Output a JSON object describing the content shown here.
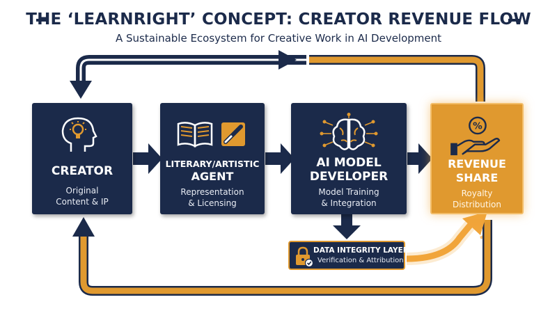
{
  "title": "THE ‘LEARNRIGHT’ CONCEPT:  CREATOR REVENUE FLOW",
  "subtitle": "A Sustainable Ecosystem for Creative Work in AI Development",
  "nodes": [
    {
      "heading": "CREATOR",
      "desc_line1": "Original",
      "desc_line2": "Content & IP",
      "icon": "head-lightbulb-icon"
    },
    {
      "heading_line1": "LITERARY/ARTISTIC",
      "heading_line2": "AGENT",
      "desc_line1": "Representation",
      "desc_line2": "& Licensing",
      "icon": "book-and-brush-icon"
    },
    {
      "heading_line1": "AI MODEL",
      "heading_line2": "DEVELOPER",
      "desc_line1": "Model Training",
      "desc_line2": "& Integration",
      "icon": "ai-brain-icon"
    },
    {
      "heading_line1": "REVENUE",
      "heading_line2": "SHARE",
      "desc_line1": "Royalty",
      "desc_line2": "Distribution",
      "icon": "hand-percent-icon"
    }
  ],
  "integrity_layer": {
    "title": "DATA INTEGRITY LAYER",
    "subtitle": "Verification & Attribution",
    "icon": "lock-check-icon"
  },
  "colors": {
    "navy": "#1b2a4a",
    "gold": "#e0992f",
    "background": "#ffffff"
  }
}
